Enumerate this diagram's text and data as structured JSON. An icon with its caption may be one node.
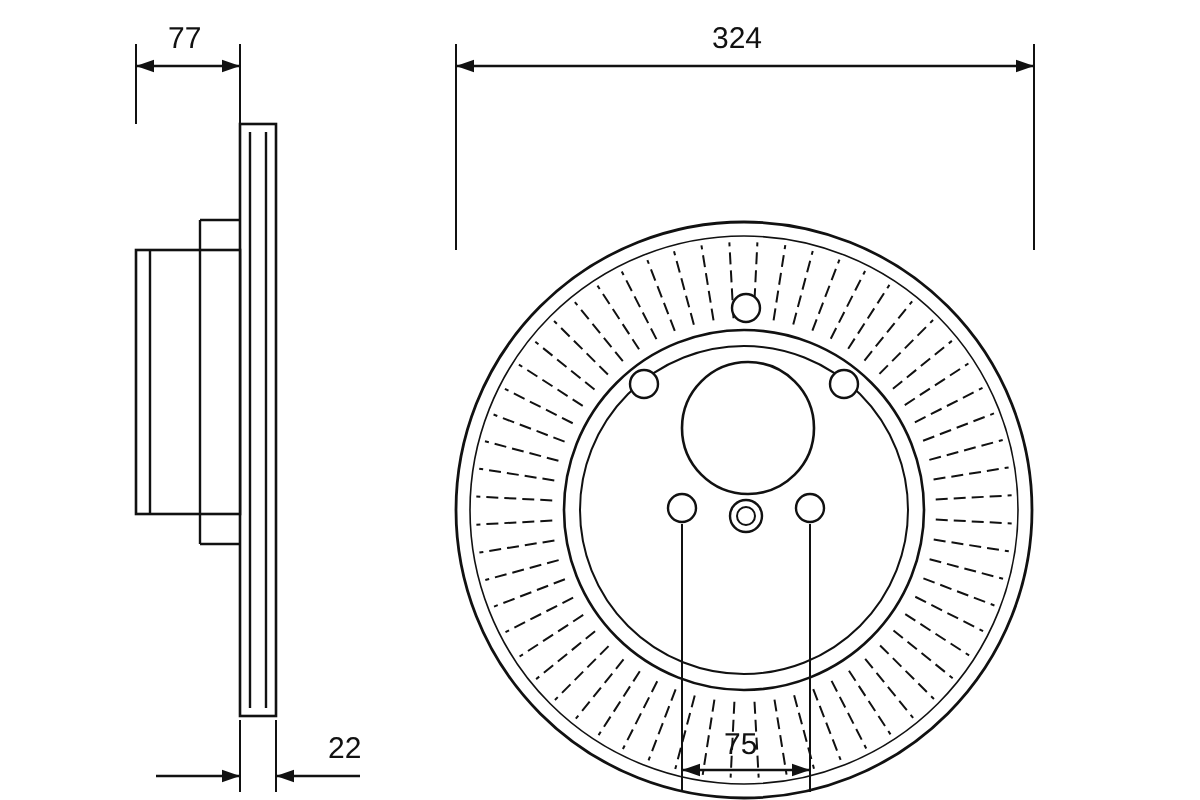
{
  "diagram": {
    "labels": [
      "77",
      "324",
      "22",
      "75"
    ]
  }
}
